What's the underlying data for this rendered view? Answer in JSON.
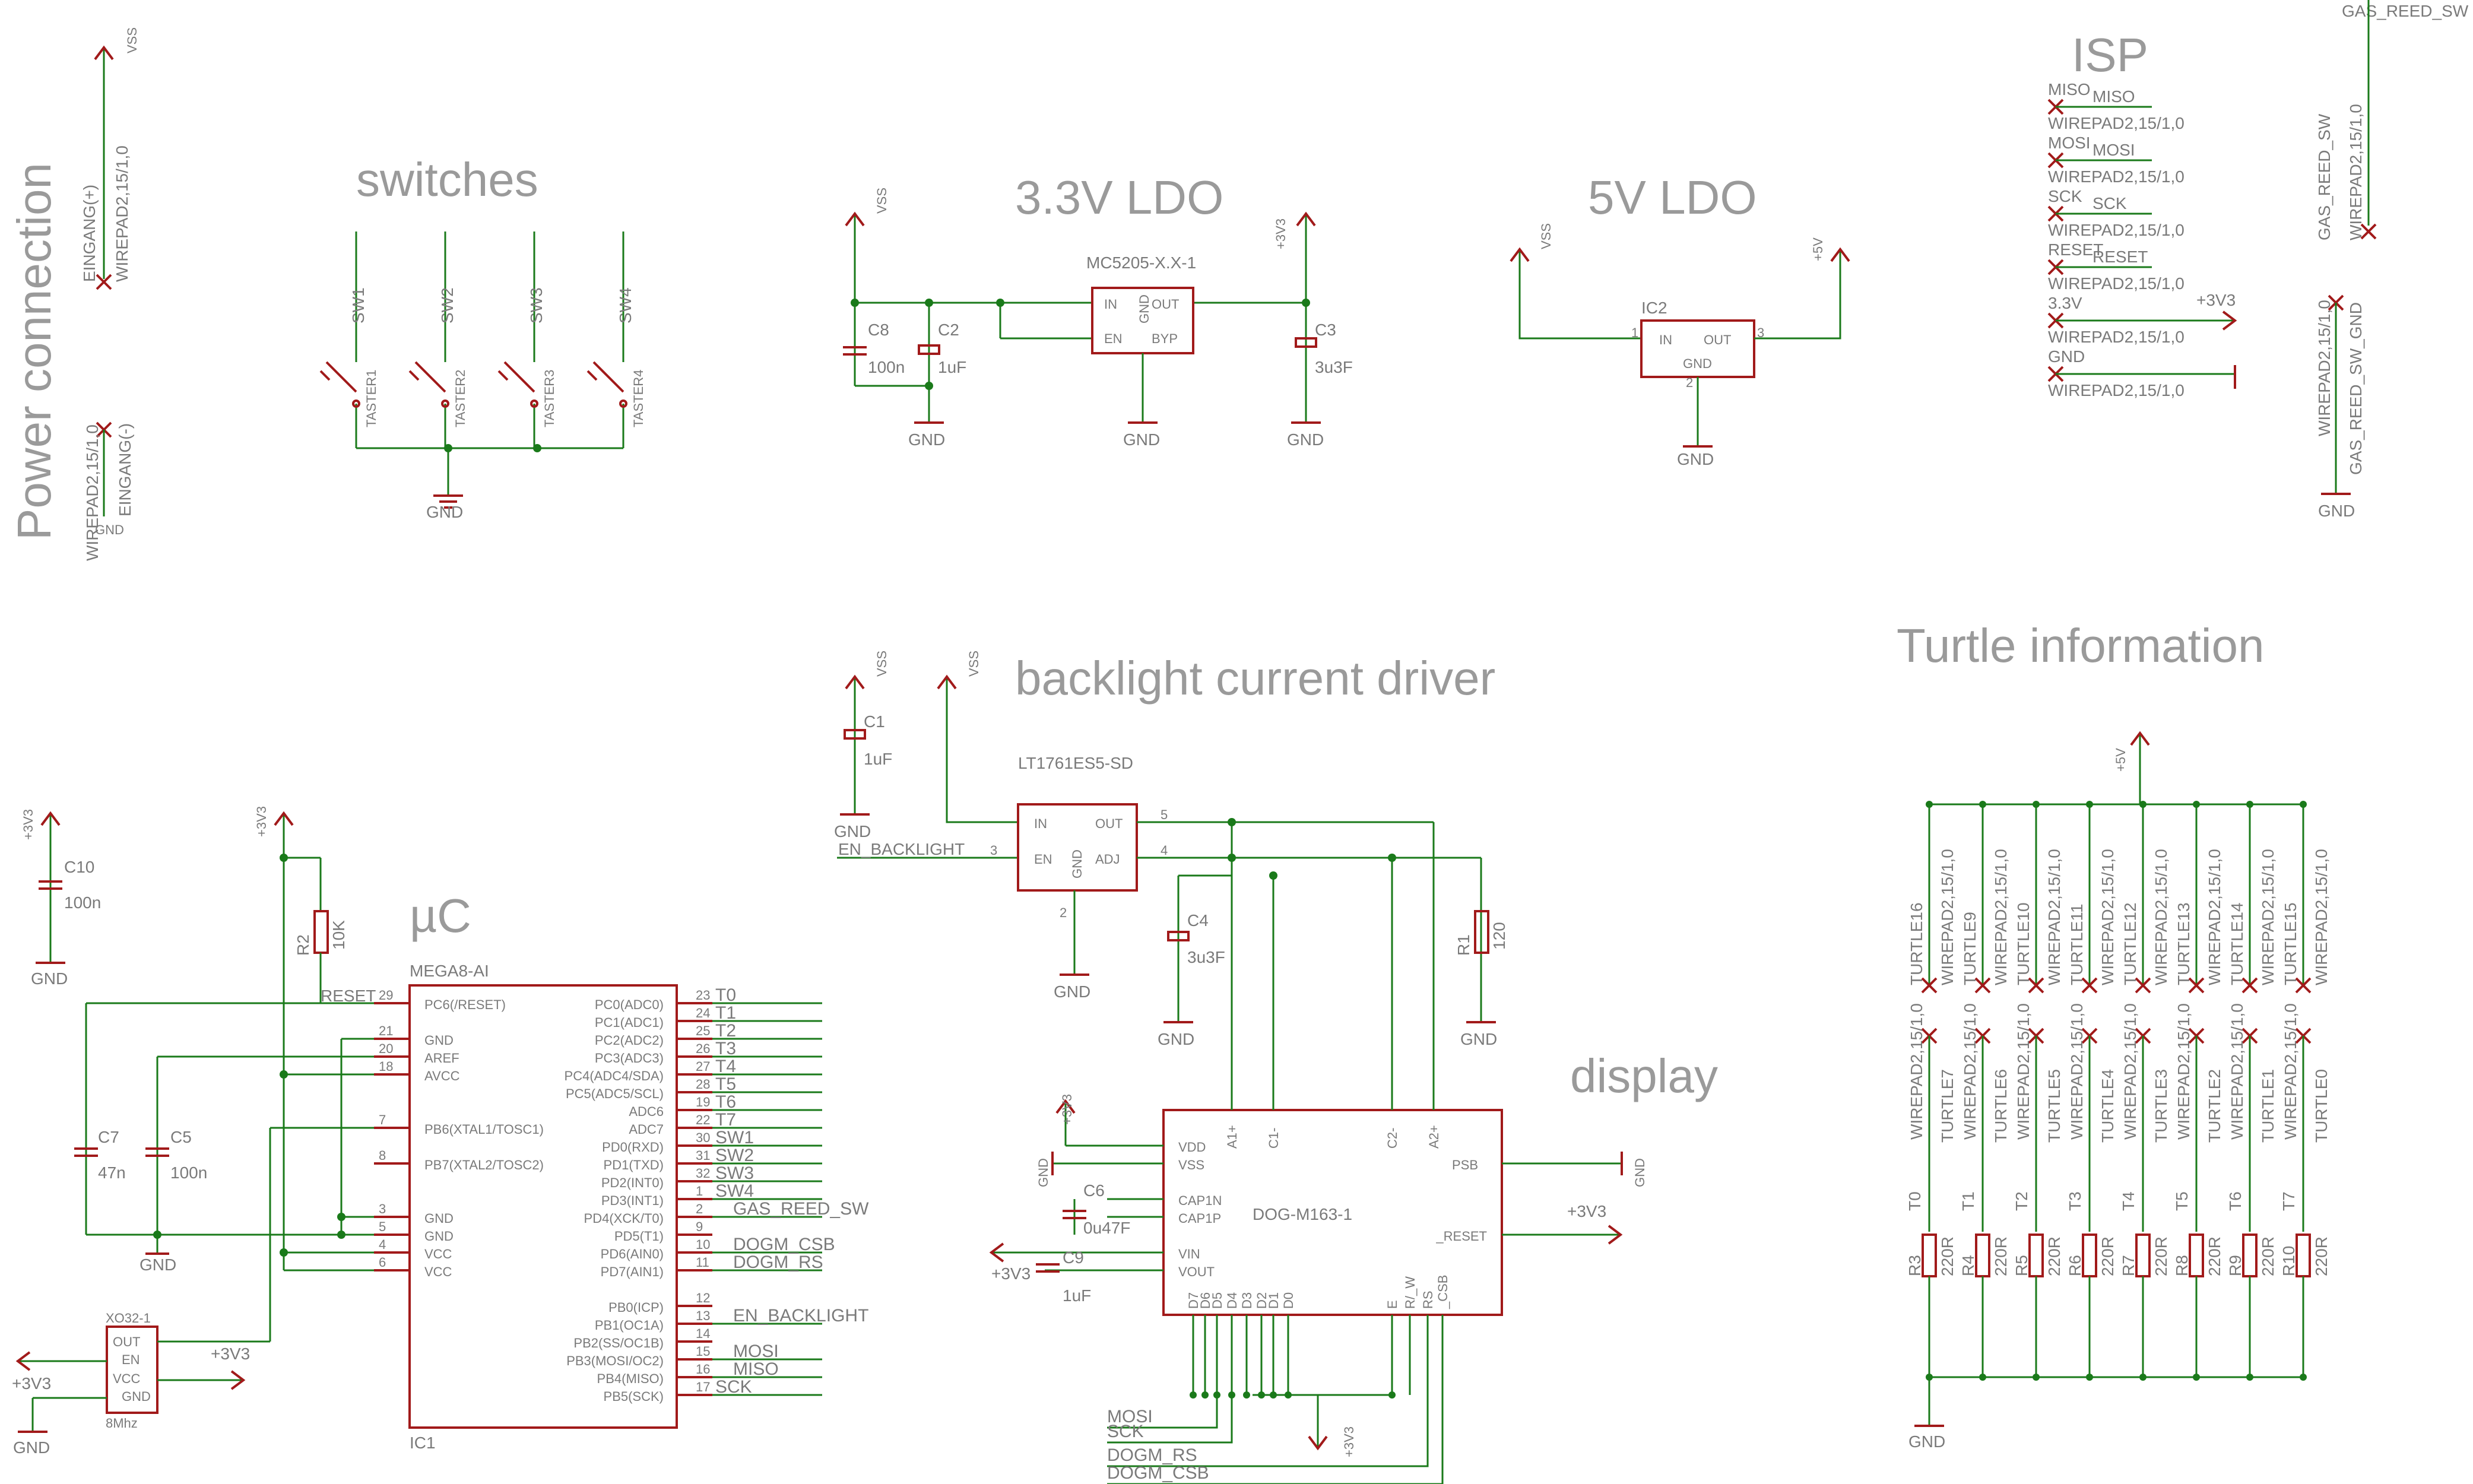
{
  "sections": {
    "power": "Power connection",
    "switches": "switches",
    "ldo33": "3.3V LDO",
    "ldo5": "5V LDO",
    "isp": "ISP",
    "backlight": "backlight current driver",
    "uc": "µC",
    "display": "display",
    "turtle": "Turtle information"
  },
  "power": {
    "vss": "VSS",
    "eingang_plus": "EINGANG(+)",
    "wirepad_plus": "WIREPAD2,15/1,0",
    "eingang_minus": "EINGANG(-)",
    "wirepad_minus": "WIREPAD2,15/1,0",
    "gnd": "GND"
  },
  "switches": {
    "items": [
      {
        "name": "SW1",
        "part": "TASTER1"
      },
      {
        "name": "SW2",
        "part": "TASTER2"
      },
      {
        "name": "SW3",
        "part": "TASTER3"
      },
      {
        "name": "SW4",
        "part": "TASTER4"
      }
    ],
    "gnd": "GND"
  },
  "ldo33": {
    "vss": "VSS",
    "v33": "+3V3",
    "part": "MC5205-X.X-1",
    "pin_in": "IN",
    "pin_out": "OUT",
    "pin_en": "EN",
    "pin_byp": "BYP",
    "pin_gnd": "GND",
    "c8": "C8",
    "c8v": "100n",
    "c2": "C2",
    "c2v": "1uF",
    "c3": "C3",
    "c3v": "3u3F",
    "gnd": "GND"
  },
  "ldo5": {
    "vss": "VSS",
    "v5": "+5V",
    "part": "IC2",
    "pin_in": "IN",
    "pin_out": "OUT",
    "pin_gnd": "GND",
    "n1": "1",
    "n2": "2",
    "n3": "3",
    "gnd": "GND"
  },
  "isp": {
    "rows": [
      {
        "top": "MISO",
        "sig": "MISO",
        "pad": "WIREPAD2,15/1,0"
      },
      {
        "top": "MOSI",
        "sig": "MOSI",
        "pad": "WIREPAD2,15/1,0"
      },
      {
        "top": "SCK",
        "sig": "SCK",
        "pad": "WIREPAD2,15/1,0"
      },
      {
        "top": "RESET",
        "sig": "RESET",
        "pad": "WIREPAD2,15/1,0"
      },
      {
        "top": "3.3V",
        "sig": "+3V3",
        "pad": "WIREPAD2,15/1,0"
      },
      {
        "top": "GND",
        "sig": "GND",
        "pad": "WIREPAD2,15/1,0"
      }
    ]
  },
  "reed": {
    "top": "GAS_REED_SW",
    "pad1": "WIREPAD2,15/1,0",
    "name1": "GAS_REED_SW",
    "pad2": "WIREPAD2,15/1,0",
    "name2": "GAS_REED_SW_GND",
    "gnd": "GND"
  },
  "backlight": {
    "vss1": "VSS",
    "vss2": "VSS",
    "c1": "C1",
    "c1v": "1uF",
    "part": "LT1761ES5-SD",
    "pin_in": "IN",
    "pin_out": "OUT",
    "pin_en": "EN",
    "pin_adj": "ADJ",
    "pin_gnd": "GND",
    "n2": "2",
    "n3": "3",
    "n4": "4",
    "n5": "5",
    "en_net": "EN_BACKLIGHT",
    "c4": "C4",
    "c4v": "3u3F",
    "r1": "R1",
    "r1v": "120",
    "gnd": "GND"
  },
  "mcu": {
    "part": "MEGA8-AI",
    "ref": "IC1",
    "left_pins": [
      {
        "n": "29",
        "name": "PC6(/RESET)"
      },
      {
        "n": "21",
        "name": "GND"
      },
      {
        "n": "20",
        "name": "AREF"
      },
      {
        "n": "18",
        "name": "AVCC"
      },
      {
        "n": "7",
        "name": "PB6(XTAL1/TOSC1)"
      },
      {
        "n": "8",
        "name": "PB7(XTAL2/TOSC2)"
      },
      {
        "n": "3",
        "name": "GND"
      },
      {
        "n": "5",
        "name": "GND"
      },
      {
        "n": "4",
        "name": "VCC"
      },
      {
        "n": "6",
        "name": "VCC"
      }
    ],
    "right_pins": [
      {
        "n": "23",
        "name": "PC0(ADC0)",
        "net": "T0"
      },
      {
        "n": "24",
        "name": "PC1(ADC1)",
        "net": "T1"
      },
      {
        "n": "25",
        "name": "PC2(ADC2)",
        "net": "T2"
      },
      {
        "n": "26",
        "name": "PC3(ADC3)",
        "net": "T3"
      },
      {
        "n": "27",
        "name": "PC4(ADC4/SDA)",
        "net": "T4"
      },
      {
        "n": "28",
        "name": "PC5(ADC5/SCL)",
        "net": "T5"
      },
      {
        "n": "19",
        "name": "ADC6",
        "net": "T6"
      },
      {
        "n": "22",
        "name": "ADC7",
        "net": "T7"
      },
      {
        "n": "30",
        "name": "PD0(RXD)",
        "net": "SW1"
      },
      {
        "n": "31",
        "name": "PD1(TXD)",
        "net": "SW2"
      },
      {
        "n": "32",
        "name": "PD2(INT0)",
        "net": "SW3"
      },
      {
        "n": "1",
        "name": "PD3(INT1)",
        "net": "SW4"
      },
      {
        "n": "2",
        "name": "PD4(XCK/T0)",
        "net": "GAS_REED_SW"
      },
      {
        "n": "9",
        "name": "PD5(T1)",
        "net": ""
      },
      {
        "n": "10",
        "name": "PD6(AIN0)",
        "net": "DOGM_CSB"
      },
      {
        "n": "11",
        "name": "PD7(AIN1)",
        "net": "DOGM_RS"
      },
      {
        "n": "12",
        "name": "PB0(ICP)",
        "net": ""
      },
      {
        "n": "13",
        "name": "PB1(OC1A)",
        "net": "EN_BACKLIGHT"
      },
      {
        "n": "14",
        "name": "PB2(SS/OC1B)",
        "net": ""
      },
      {
        "n": "15",
        "name": "PB3(MOSI/OC2)",
        "net": "MOSI"
      },
      {
        "n": "16",
        "name": "PB4(MISO)",
        "net": "MISO"
      },
      {
        "n": "17",
        "name": "PB5(SCK)",
        "net": "SCK"
      }
    ],
    "reset_net": "RESET",
    "r2": "R2",
    "r2v": "10K",
    "c7": "C7",
    "c7v": "47n",
    "c5": "C5",
    "c5v": "100n",
    "c10": "C10",
    "c10v": "100n",
    "v33": "+3V3",
    "gnd": "GND",
    "osc_ref": "XO32-1",
    "osc_freq": "8Mhz",
    "osc_out": "OUT",
    "osc_en": "EN",
    "osc_vcc": "VCC",
    "osc_gnd": "GND"
  },
  "display": {
    "part": "DOG-M163-1",
    "pins_left": [
      "VDD",
      "VSS",
      "CAP1N",
      "CAP1P",
      "VIN",
      "VOUT"
    ],
    "pins_top": [
      "A1+",
      "C1-",
      "C2-",
      "A2+"
    ],
    "pins_right": [
      "PSB",
      "_RESET"
    ],
    "pins_bottom": [
      "D7",
      "D6",
      "D5",
      "D4",
      "D3",
      "D2",
      "D1",
      "D0",
      "E",
      "R/_W",
      "RS",
      "_CSB"
    ],
    "c6": "C6",
    "c6v": "0u47F",
    "c9": "C9",
    "c9v": "1uF",
    "v33": "+3V3",
    "gnd": "GND",
    "bus": [
      "MOSI",
      "SCK",
      "DOGM_RS",
      "DOGM_CSB"
    ]
  },
  "turtle": {
    "v5": "+5V",
    "pads_top": [
      {
        "pad": "WIREPAD2,15/1,0",
        "name": "TURTLE16"
      },
      {
        "pad": "WIREPAD2,15/1,0",
        "name": "TURTLE9"
      },
      {
        "pad": "WIREPAD2,15/1,0",
        "name": "TURTLE10"
      },
      {
        "pad": "WIREPAD2,15/1,0",
        "name": "TURTLE11"
      },
      {
        "pad": "WIREPAD2,15/1,0",
        "name": "TURTLE12"
      },
      {
        "pad": "WIREPAD2,15/1,0",
        "name": "TURTLE13"
      },
      {
        "pad": "WIREPAD2,15/1,0",
        "name": "TURTLE14"
      },
      {
        "pad": "WIREPAD2,15/1,0",
        "name": "TURTLE15"
      }
    ],
    "pads_bottom": [
      {
        "pad": "WIREPAD2,15/1,0",
        "name": "TURTLE7"
      },
      {
        "pad": "WIREPAD2,15/1,0",
        "name": "TURTLE6"
      },
      {
        "pad": "WIREPAD2,15/1,0",
        "name": "TURTLE5"
      },
      {
        "pad": "WIREPAD2,15/1,0",
        "name": "TURTLE4"
      },
      {
        "pad": "WIREPAD2,15/1,0",
        "name": "TURTLE3"
      },
      {
        "pad": "WIREPAD2,15/1,0",
        "name": "TURTLE2"
      },
      {
        "pad": "WIREPAD2,15/1,0",
        "name": "TURTLE1"
      },
      {
        "pad": "WIREPAD2,15/1,0",
        "name": "TURTLE0"
      }
    ],
    "resistors": [
      {
        "ref": "R3",
        "val": "220R",
        "net": "T0"
      },
      {
        "ref": "R4",
        "val": "220R",
        "net": "T1"
      },
      {
        "ref": "R5",
        "val": "220R",
        "net": "T2"
      },
      {
        "ref": "R6",
        "val": "220R",
        "net": "T3"
      },
      {
        "ref": "R7",
        "val": "220R",
        "net": "T4"
      },
      {
        "ref": "R8",
        "val": "220R",
        "net": "T5"
      },
      {
        "ref": "R9",
        "val": "220R",
        "net": "T6"
      },
      {
        "ref": "R10",
        "val": "220R",
        "net": "T7"
      }
    ],
    "gnd": "GND"
  }
}
